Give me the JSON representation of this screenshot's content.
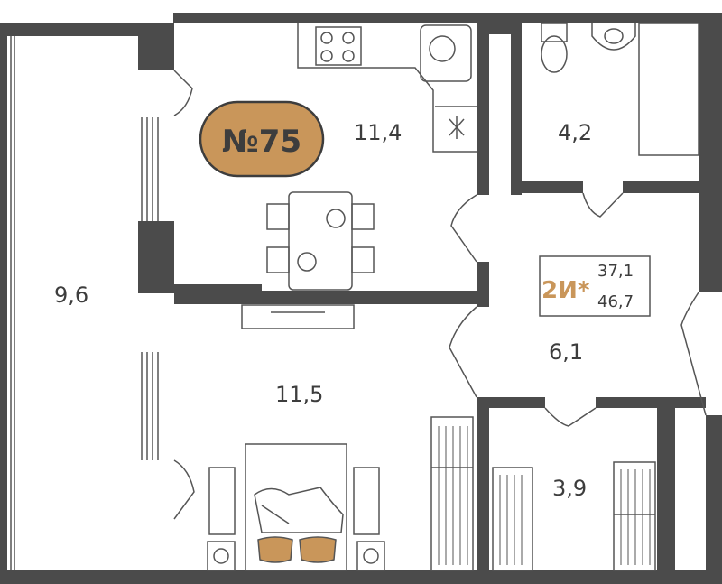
{
  "plan": {
    "apartment_number": "№75",
    "apartment_type": "2И*",
    "living_area": "37,1",
    "total_area": "46,7"
  },
  "rooms": {
    "balcony": "9,6",
    "kitchen": "11,4",
    "bathroom": "4,2",
    "hall": "6,1",
    "bedroom": "11,5",
    "wardrobe": "3,9"
  },
  "colors": {
    "wall": "#4b4b4b",
    "badge": "#c9965a",
    "badge_border": "#3d3d3d",
    "accent_text": "#c9965a",
    "pillow": "#c9965a",
    "line": "#555555"
  }
}
